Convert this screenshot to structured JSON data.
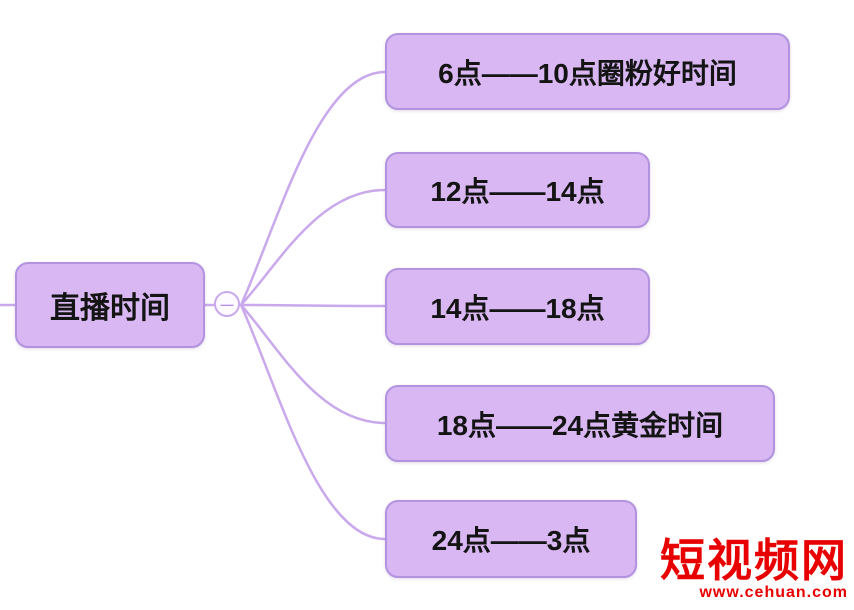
{
  "root": {
    "label": "直播时间"
  },
  "toggle": {
    "symbol": "—"
  },
  "children": [
    {
      "label": "6点——10点圈粉好时间"
    },
    {
      "label": "12点——14点"
    },
    {
      "label": "14点——18点"
    },
    {
      "label": "18点——24点黄金时间"
    },
    {
      "label": "24点——3点"
    }
  ],
  "watermark": {
    "title": "短视频网",
    "url": "www.cehuan.com"
  },
  "colors": {
    "node_fill": "#d9b7f2",
    "node_border": "#b393e0",
    "connector": "#c9a9ec",
    "watermark_red": "#e80000",
    "text": "#141414"
  }
}
